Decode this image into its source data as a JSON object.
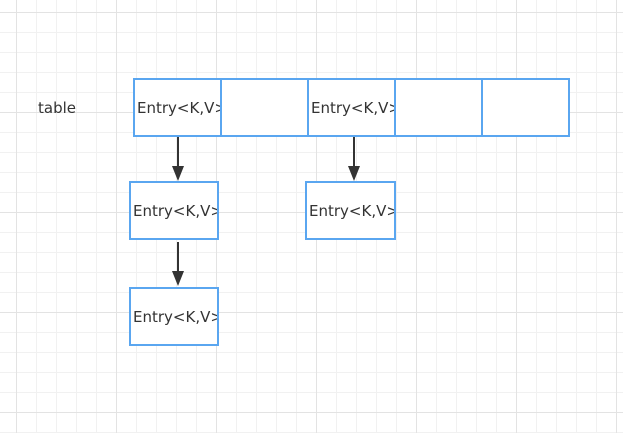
{
  "table_label": "table",
  "table_cells": [
    {
      "text": "Entry<K,V>"
    },
    {
      "text": ""
    },
    {
      "text": "Entry<K,V>"
    },
    {
      "text": ""
    },
    {
      "text": ""
    }
  ],
  "chain_nodes": {
    "col1_node1": "Entry<K,V>",
    "col1_node2": "Entry<K,V>",
    "col3_node1": "Entry<K,V>"
  },
  "colors": {
    "box_border": "#5aa6f0",
    "arrow": "#333333",
    "text": "#333333"
  }
}
